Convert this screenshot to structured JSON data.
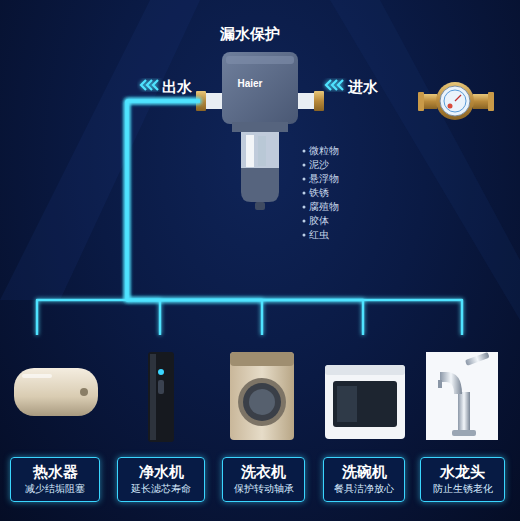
{
  "diagram": {
    "nodes": [
      {
        "text": [
          "漏水保护",
          "Haier"
        ]
      },
      {
        "text": [
          "热水器",
          "减少结垢阻塞"
        ]
      },
      {
        "text": [
          "净水机",
          "延长滤芯寿命"
        ]
      },
      {
        "text": [
          "洗衣机",
          "保护转动轴承"
        ]
      },
      {
        "text": [
          "洗碗机",
          "餐具洁净放心"
        ]
      },
      {
        "text": [
          "水龙头",
          "防止生锈老化"
        ]
      }
    ],
    "edges": [
      {
        "from": 0,
        "to": 1,
        "arrow": "none"
      },
      {
        "from": 0,
        "to": 2,
        "arrow": "none"
      },
      {
        "from": 0,
        "to": 3,
        "arrow": "none"
      },
      {
        "from": 0,
        "to": 4,
        "arrow": "none"
      },
      {
        "from": 0,
        "to": 5,
        "arrow": "none"
      }
    ],
    "labels": [
      "出水",
      "进水",
      "微粒物",
      "泥沙",
      "悬浮物",
      "铁锈",
      "腐殖物",
      "胶体",
      "红虫"
    ]
  }
}
